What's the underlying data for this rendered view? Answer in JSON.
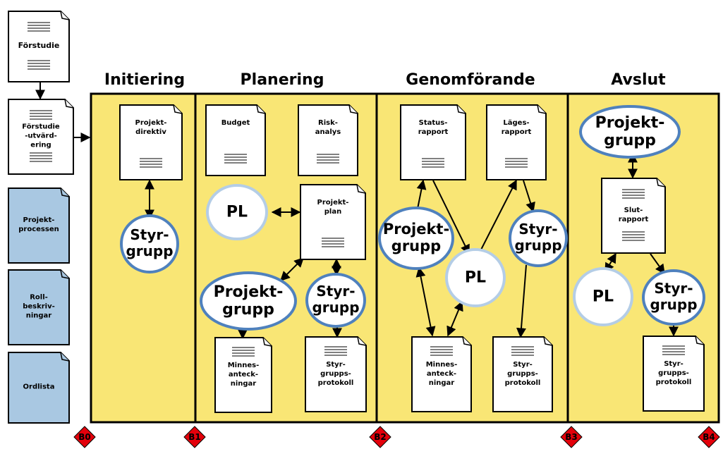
{
  "phases": {
    "initiering": "Initiering",
    "planering": "Planering",
    "genomforande": "Genomförande",
    "avslut": "Avslut"
  },
  "sidebar": {
    "forstudie": [
      "Förstudie"
    ],
    "forstudie_utvardering": [
      "Förstudie",
      "-utvärd-",
      "ering"
    ],
    "projektprocessen": [
      "Projekt-",
      "processen"
    ],
    "rollbeskrivningar": [
      "Roll-",
      "beskriv-",
      "ningar"
    ],
    "ordlista": [
      "Ordlista"
    ]
  },
  "initiering": {
    "projektdirektiv": [
      "Projekt-",
      "direktiv"
    ],
    "styrgrupp": [
      "Styr-",
      "grupp"
    ]
  },
  "planering": {
    "budget": [
      "Budget"
    ],
    "riskanalys": [
      "Risk-",
      "analys"
    ],
    "pl": "PL",
    "projektplan": [
      "Projekt-",
      "plan"
    ],
    "projektgrupp": [
      "Projekt-",
      "grupp"
    ],
    "styrgrupp": [
      "Styr-",
      "grupp"
    ],
    "minnesanteckningar": [
      "Minnes-",
      "anteck-",
      "ningar"
    ],
    "styrgruppsprotokoll": [
      "Styr-",
      "grupps-",
      "protokoll"
    ]
  },
  "genomforande": {
    "statusrapport": [
      "Status-",
      "rapport"
    ],
    "lagesrapport": [
      "Läges-",
      "rapport"
    ],
    "projektgrupp": [
      "Projekt-",
      "grupp"
    ],
    "styrgrupp": [
      "Styr-",
      "grupp"
    ],
    "pl": "PL",
    "minnesanteckningar": [
      "Minnes-",
      "anteck-",
      "ningar"
    ],
    "styrgruppsprotokoll": [
      "Styr-",
      "grupps-",
      "protokoll"
    ]
  },
  "avslut": {
    "projektgrupp": [
      "Projekt-",
      "grupp"
    ],
    "slutrapport": [
      "Slut-",
      "rapport"
    ],
    "pl": "PL",
    "styrgrupp": [
      "Styr-",
      "grupp"
    ],
    "styrgruppsprotokoll": [
      "Styr-",
      "grupps-",
      "protokoll"
    ]
  },
  "milestones": [
    "B0",
    "B1",
    "B2",
    "B3",
    "B4"
  ],
  "colors": {
    "phase_fill": "#f9e675",
    "blue_doc": "#a9c8e2",
    "ellipse_stroke": "#4f81bd",
    "ellipse_light_stroke": "#b4cde6",
    "milestone": "#e3000b"
  }
}
